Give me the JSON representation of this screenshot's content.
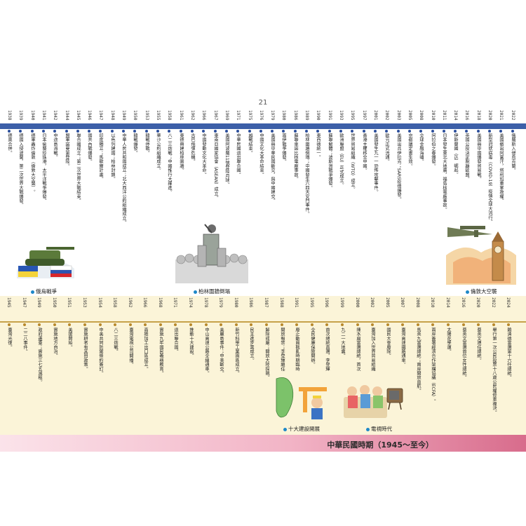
{
  "page_number": "21",
  "footer_title": "中華民國時期（1945～至今）",
  "top_events": [
    {
      "year": "2022",
      "text": "俄羅斯入侵烏克蘭。"
    },
    {
      "year": "2021",
      "text": "美國撤出阿富汗，塔利班重掌政權。"
    },
    {
      "year": "2020",
      "text": "新型冠狀病毒（COVID-19）疫情全球大流行。"
    },
    {
      "year": "2018",
      "text": "美國與中國爆發貿易戰。"
    },
    {
      "year": "2016",
      "text": "英國公投決定脫離歐盟。"
    },
    {
      "year": "2014",
      "text": "伊斯蘭國（IS）崛起。"
    },
    {
      "year": "2011",
      "text": "日本發生東北大地震，福島核電廠事故。"
    },
    {
      "year": "2010",
      "text": "阿拉伯之春爆發。"
    },
    {
      "year": "2008",
      "text": "全球金融海嘯。"
    },
    {
      "year": "2005",
      "text": "京都議定書生效。"
    },
    {
      "year": "2003",
      "text": "美國出兵伊拉克；SARS疫情爆發。"
    },
    {
      "year": "2002",
      "text": "歐元正式流通。"
    },
    {
      "year": "2001",
      "text": "美國發生九一一恐怖攻擊事件。"
    },
    {
      "year": "1997",
      "text": "香港主權移交中國。"
    },
    {
      "year": "1995",
      "text": "世界貿易組織（WTO）成立。"
    },
    {
      "year": "1993",
      "text": "歐洲聯盟（EU）正式成立。"
    },
    {
      "year": "1991",
      "text": "蘇聯解體；波斯灣戰爭爆發。"
    },
    {
      "year": "1990",
      "text": "東西德統一。"
    },
    {
      "year": "1989",
      "text": "柏林圍牆倒塌；中國發生六四天安門事件。"
    },
    {
      "year": "1986",
      "text": "蘇聯車諾比核電廠事故。"
    },
    {
      "year": "1980",
      "text": "兩伊戰爭爆發。"
    },
    {
      "year": "1979",
      "text": "美國與中華民國斷交，與中國建交。"
    },
    {
      "year": "1976",
      "text": "中國文化大革命結束。"
    },
    {
      "year": "1975",
      "text": "越戰結束。"
    },
    {
      "year": "1971",
      "text": "中華民國退出聯合國。"
    },
    {
      "year": "1969",
      "text": "美國阿波羅11號登陸月球。"
    },
    {
      "year": "1967",
      "text": "東南亞國家協會（ASEAN）成立。"
    },
    {
      "year": "1966",
      "text": "中國發動文化大革命。"
    },
    {
      "year": "1962",
      "text": "古巴飛彈危機。"
    },
    {
      "year": "1961",
      "text": "東德興建柏林圍牆。"
    },
    {
      "year": "1958",
      "text": "八二三炮戰；中國推行大躍進。"
    },
    {
      "year": "1955",
      "text": "華沙公約組織成立。"
    },
    {
      "year": "1953",
      "text": "韓戰停戰。"
    },
    {
      "year": "1950",
      "text": "韓戰爆發。"
    },
    {
      "year": "1949",
      "text": "中華人民共和國成立；北大西洋公約組織成立。"
    },
    {
      "year": "1948",
      "text": "以色列建國；柏林封鎖。"
    },
    {
      "year": "1947",
      "text": "印度獨立；馬歇爾計畫。"
    },
    {
      "year": "1946",
      "text": "國共內戰爆發。"
    },
    {
      "year": "1945",
      "text": "聯合國成立；第二次世界大戰結束。"
    },
    {
      "year": "1944",
      "text": "盟軍諾曼第登陸。"
    },
    {
      "year": "1942",
      "text": "中途島海戰。"
    },
    {
      "year": "1941",
      "text": "日本偷襲珍珠港，太平洋戰爭爆發。"
    },
    {
      "year": "1940",
      "text": "德軍轟炸倫敦（倫敦大空襲）。"
    },
    {
      "year": "1939",
      "text": "德國入侵波蘭，第二次世界大戰爆發。"
    },
    {
      "year": "1938",
      "text": "德奧合併。"
    }
  ],
  "bottom_events": [
    {
      "year": "2024",
      "text": "賴清德當選第十六任總統。"
    },
    {
      "year": "2022",
      "text": "舉行第一次公民投票十八歲公民權修憲複決。"
    },
    {
      "year": "2020",
      "text": "蔡英文連任總統。"
    },
    {
      "year": "2016",
      "text": "蔡英文當選首位女性總統。"
    },
    {
      "year": "2014",
      "text": "太陽花學運。"
    },
    {
      "year": "2010",
      "text": "兩岸簽署經濟合作架構協議（ECFA）。"
    },
    {
      "year": "2008",
      "text": "馬英九當選總統；兩岸開放直航。"
    },
    {
      "year": "2007",
      "text": "臺灣高速鐵路通車。"
    },
    {
      "year": "2005",
      "text": "國民大會廢除。"
    },
    {
      "year": "2002",
      "text": "臺灣加入世界貿易組織（WTO）。"
    },
    {
      "year": "2000",
      "text": "陳水扁當選總統，首次政黨輪替。"
    },
    {
      "year": "1999",
      "text": "九二一大地震。"
    },
    {
      "year": "1996",
      "text": "首次總統直選，李登輝當選。"
    },
    {
      "year": "1995",
      "text": "全民健康保險開辦。"
    },
    {
      "year": "1991",
      "text": "廢止動員戡亂時期臨時條款。"
    },
    {
      "year": "1988",
      "text": "開放報禁；李登輝繼任總統。"
    },
    {
      "year": "1987",
      "text": "解除戒嚴；開放大陸探親。"
    },
    {
      "year": "1986",
      "text": "民主進步黨成立。"
    },
    {
      "year": "1980",
      "text": "新竹科學工業園區成立。"
    },
    {
      "year": "1979",
      "text": "美麗島事件；中美斷交。"
    },
    {
      "year": "1978",
      "text": "中山高速公路全線通車。"
    },
    {
      "year": "1974",
      "text": "推動十大建設。"
    },
    {
      "year": "1971",
      "text": "退出聯合國。"
    },
    {
      "year": "1968",
      "text": "實施九年國民義務教育。"
    },
    {
      "year": "1966",
      "text": "高雄加工出口區成立。"
    },
    {
      "year": "1962",
      "text": "臺灣電視公司開播。"
    },
    {
      "year": "1958",
      "text": "八二三炮戰。"
    },
    {
      "year": "1954",
      "text": "中美共同防禦條約簽訂。"
    },
    {
      "year": "1953",
      "text": "實施耕者有其田政策。"
    },
    {
      "year": "1951",
      "text": "美援開始。"
    },
    {
      "year": "1950",
      "text": "實施地方自治。"
    },
    {
      "year": "1949",
      "text": "政府遷臺；實施三七五減租。"
    },
    {
      "year": "1947",
      "text": "二二八事件。"
    },
    {
      "year": "1945",
      "text": "臺灣光復。"
    }
  ],
  "illustrations": {
    "war": "俄烏戰爭",
    "berlin": "柏林圍牆倒塌",
    "blitz": "倫敦大空襲",
    "construction": "十大建設開展",
    "tv": "電視時代"
  },
  "colors": {
    "axis_top": "#3c5fa8",
    "axis_bottom": "#c7a24a",
    "band_bottom": "#fbf4d8",
    "footer_pink": "#d86c8c"
  }
}
